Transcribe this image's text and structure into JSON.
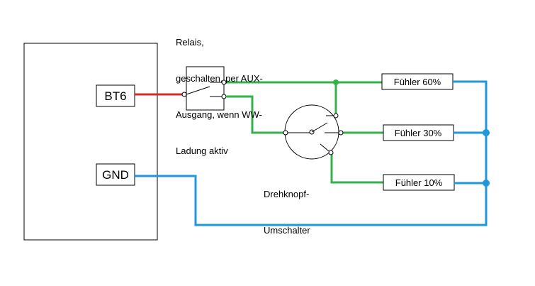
{
  "relay_note": {
    "lines": [
      "Relais,",
      "geschalten, per AUX-",
      "Ausgang, wenn WW-",
      "Ladung aktiv"
    ]
  },
  "controller": {
    "terminals": [
      {
        "id": "bt6",
        "label": "BT6"
      },
      {
        "id": "gnd",
        "label": "GND"
      }
    ]
  },
  "rotary_switch": {
    "lines": [
      "Drehknopf-",
      "Umschalter"
    ]
  },
  "sensors": [
    {
      "id": "60",
      "label": "Fühler 60%"
    },
    {
      "id": "30",
      "label": "Fühler 30%"
    },
    {
      "id": "10",
      "label": "Fühler 10%"
    }
  ],
  "colors": {
    "signal_wire": "#d42a2a",
    "switched_wire": "#33b249",
    "ground_wire": "#1f97db",
    "outline": "#000000"
  }
}
